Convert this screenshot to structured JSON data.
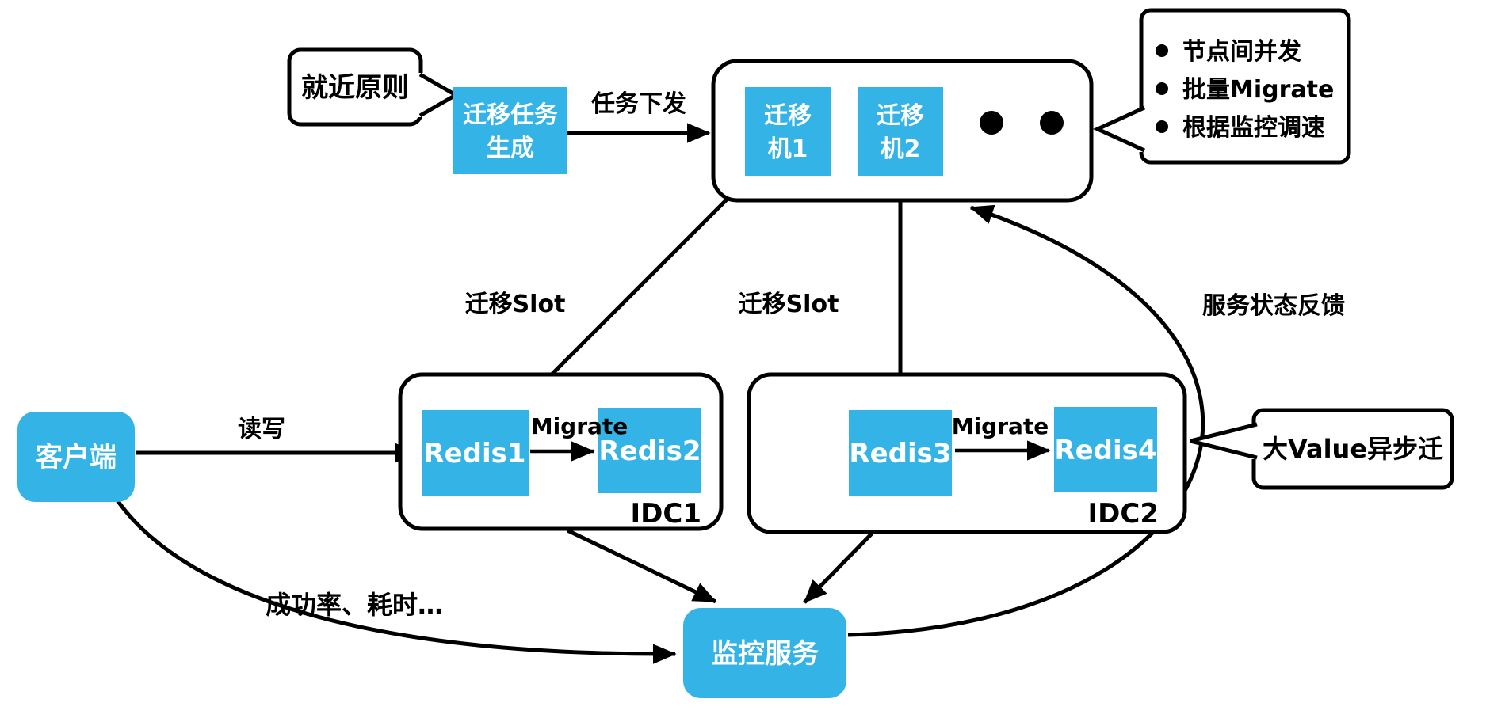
{
  "diagram": {
    "title_hint": "Redis slot migration architecture",
    "colors": {
      "accent_blue": "#33b3e6",
      "line_black": "#000000",
      "text_white": "#ffffff"
    },
    "callout_nearest": {
      "label": "就近原则"
    },
    "task_gen": {
      "line1": "迁移任务",
      "line2": "生成"
    },
    "arrows": {
      "task_dispatch": "任务下发",
      "migrate_slot": "迁移Slot",
      "service_feedback": "服务状态反馈",
      "read_write": "读写",
      "migrate": "Migrate",
      "metrics": "成功率、耗时…"
    },
    "migrator_group": {
      "machine1": {
        "line1": "迁移",
        "line2": "机1"
      },
      "machine2": {
        "line1": "迁移",
        "line2": "机2"
      },
      "ellipsis": "two-dots"
    },
    "callout_strategy": {
      "items": [
        "节点间并发",
        "批量Migrate",
        "根据监控调速"
      ]
    },
    "client": {
      "label": "客户端"
    },
    "idc1": {
      "label": "IDC1",
      "redis_src": "Redis1",
      "redis_dst": "Redis2"
    },
    "idc2": {
      "label": "IDC2",
      "redis_src": "Redis3",
      "redis_dst": "Redis4"
    },
    "monitor": {
      "label": "监控服务"
    },
    "callout_bigvalue": {
      "label": "大Value异步迁"
    }
  }
}
